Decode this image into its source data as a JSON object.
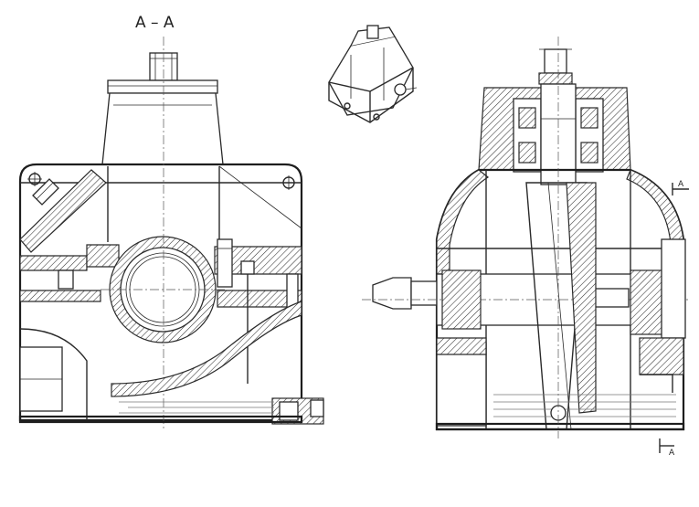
{
  "labels": {
    "section_title": "A – A",
    "arrow_top": "A",
    "arrow_bottom": "A"
  },
  "colors": {
    "line": "#2a2a2a",
    "paper": "#ffffff"
  }
}
